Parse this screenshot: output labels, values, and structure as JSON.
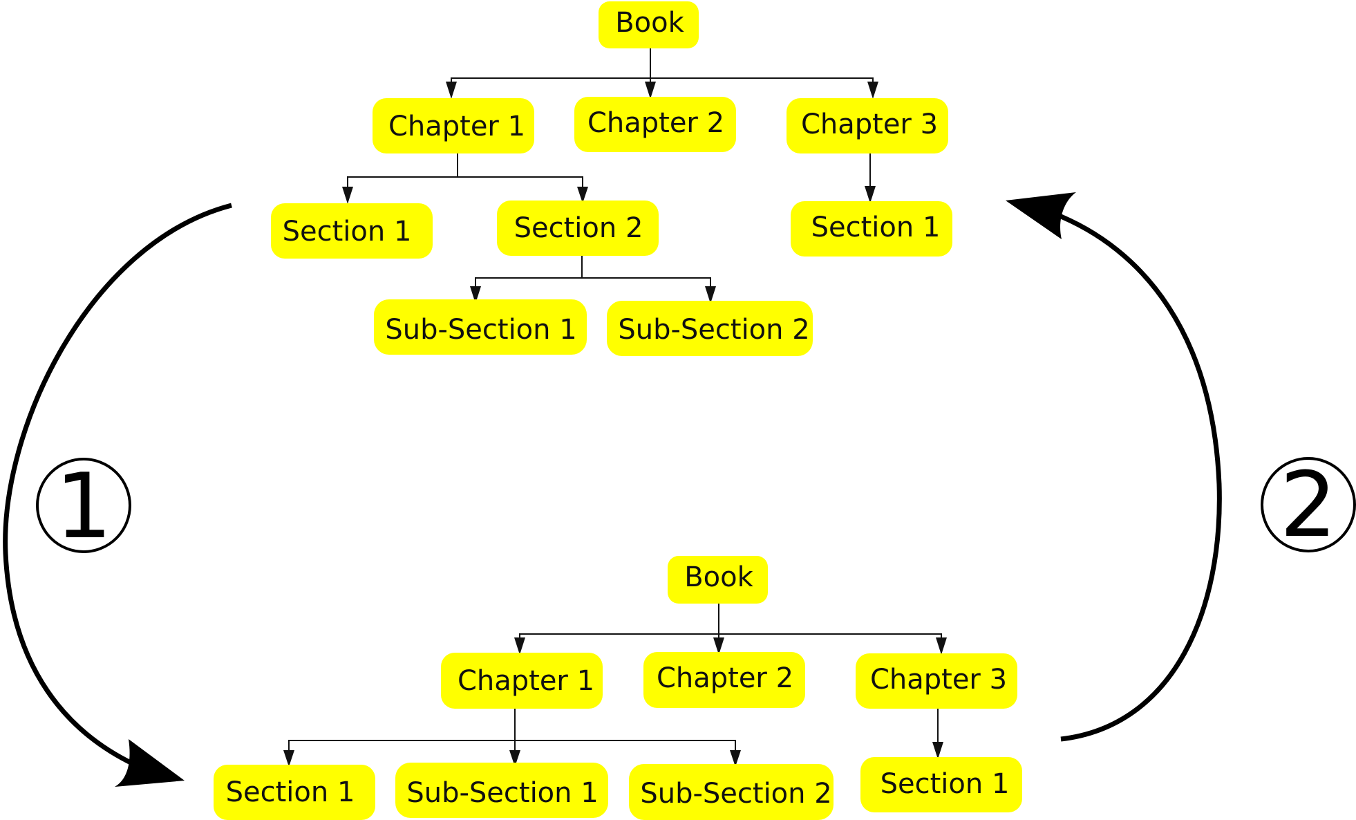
{
  "top_tree": {
    "book": "Book",
    "chapter1": "Chapter 1",
    "chapter2": "Chapter 2",
    "chapter3": "Chapter 3",
    "ch1_section1": "Section 1",
    "ch1_section2": "Section 2",
    "ch3_section1": "Section 1",
    "sub_section1": "Sub-Section 1",
    "sub_section2": "Sub-Section 2"
  },
  "bottom_tree": {
    "book": "Book",
    "chapter1": "Chapter 1",
    "chapter2": "Chapter 2",
    "chapter3": "Chapter 3",
    "ch1_section1": "Section 1",
    "ch1_sub_section1": "Sub-Section 1",
    "ch1_sub_section2": "Sub-Section 2",
    "ch3_section1": "Section 1"
  },
  "steps": {
    "step1": "1",
    "step2": "2"
  },
  "colors": {
    "node_fill": "#ffff00",
    "line": "#111111"
  }
}
